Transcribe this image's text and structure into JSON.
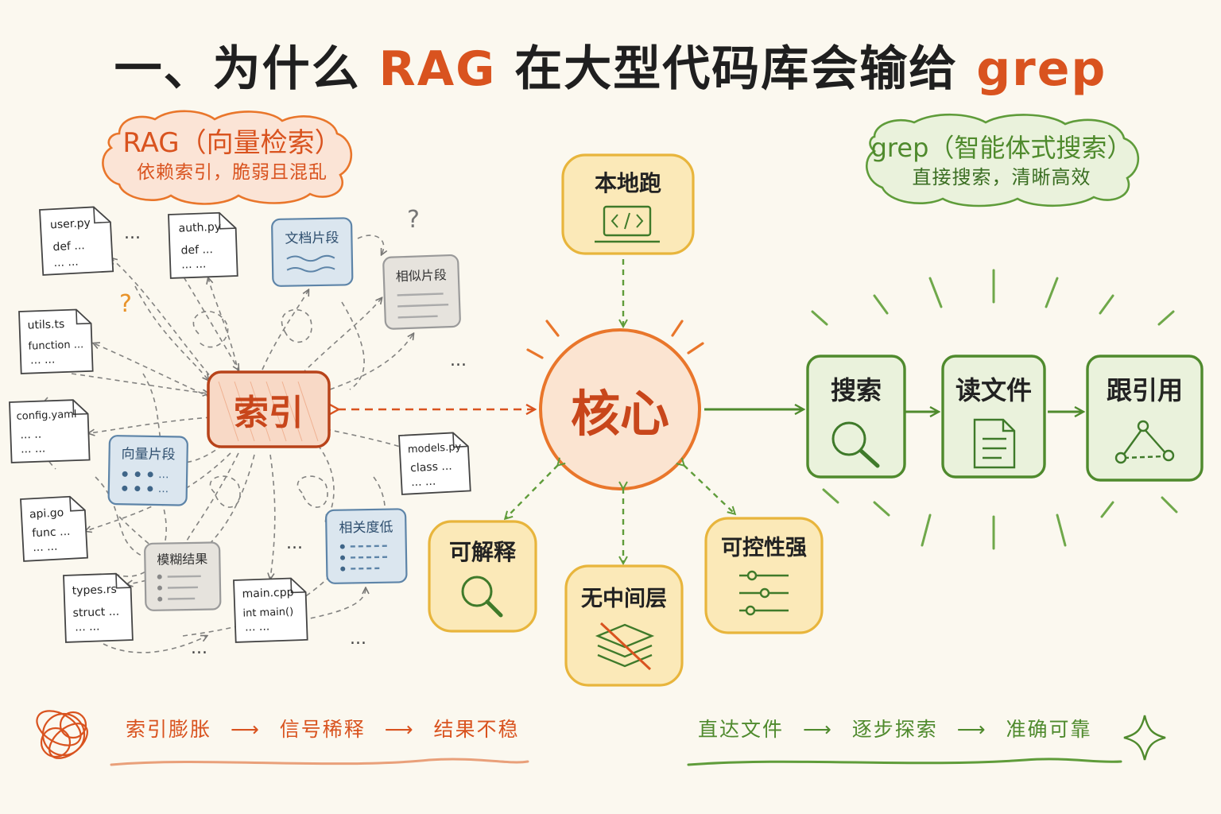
{
  "title": {
    "prefix": "一、为什么",
    "rag": "RAG",
    "middle": "在大型代码库会输给",
    "grep": "grep"
  },
  "rag_cloud": {
    "heading": "RAG（向量检索）",
    "subtitle": "依赖索引，脆弱且混乱"
  },
  "grep_cloud": {
    "heading": "grep（智能体式搜索）",
    "subtitle": "直接搜索，清晰高效"
  },
  "index_box": {
    "label": "索引"
  },
  "core": {
    "label": "核心"
  },
  "features": {
    "local": "本地跑",
    "explainable": "可解释",
    "no_middle": "无中间层",
    "controllable": "可控性强"
  },
  "workflow": {
    "search": "搜索",
    "read_file": "读文件",
    "follow_ref": "跟引用"
  },
  "files": [
    {
      "name": "user.py",
      "line1": "def ...",
      "line2": "... ..."
    },
    {
      "name": "auth.py",
      "line1": "def ...",
      "line2": "... ..."
    },
    {
      "name": "utils.ts",
      "line1": "function ...",
      "line2": "... ..."
    },
    {
      "name": "config.yaml",
      "line1": "... ..",
      "line2": "... ..."
    },
    {
      "name": "api.go",
      "line1": "func ...",
      "line2": "... ..."
    },
    {
      "name": "types.rs",
      "line1": "struct ...",
      "line2": "... ..."
    },
    {
      "name": "main.cpp",
      "line1": "int main()",
      "line2": "... ..."
    },
    {
      "name": "models.py",
      "line1": "class ...",
      "line2": "... ..."
    }
  ],
  "chunks": {
    "doc_fragment": "文档片段",
    "similar_fragment": "相似片段",
    "vector_fragment": "向量片段",
    "fuzzy_result": "模糊结果",
    "low_relevance": "相关度低"
  },
  "marks": {
    "question": "?",
    "ellipsis": "..."
  },
  "footer_left": {
    "step1": "索引膨胀",
    "step2": "信号稀释",
    "step3": "结果不稳",
    "arrow": "⟶"
  },
  "footer_right": {
    "step1": "直达文件",
    "step2": "逐步探索",
    "step3": "准确可靠",
    "arrow": "⟶"
  },
  "colors": {
    "orange": "#d9531f",
    "green": "#4f8a2d",
    "yellow": "#e8b53c",
    "blue": "#5d84a8",
    "gray": "#9a9a9a",
    "background": "#fbf8ef"
  }
}
